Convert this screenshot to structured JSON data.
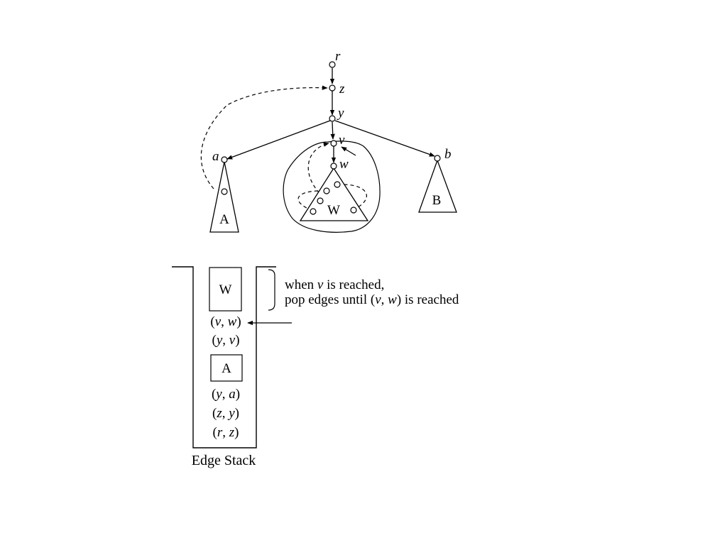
{
  "tree": {
    "nodes": {
      "r": "r",
      "z": "z",
      "y": "y",
      "v": "v",
      "w": "w",
      "a": "a",
      "b": "b"
    },
    "subtrees": {
      "A": "A",
      "W": "W",
      "B": "B"
    }
  },
  "stack": {
    "caption": "Edge Stack",
    "block_W": "W",
    "block_A": "A",
    "entries": {
      "vw": {
        "a": "v",
        "b": "w"
      },
      "yv": {
        "a": "y",
        "b": "v"
      },
      "ya": {
        "a": "y",
        "b": "a"
      },
      "zy": {
        "a": "z",
        "b": "y"
      },
      "rz": {
        "a": "r",
        "b": "z"
      }
    }
  },
  "annotation": {
    "line1_pre": "when ",
    "line1_var": "v",
    "line1_post": " is reached,",
    "line2_pre": "pop edges until (",
    "line2_v": "v",
    "line2_sep": ", ",
    "line2_w": "w",
    "line2_post": ") is reached"
  },
  "colors": {
    "ink": "#000000",
    "background": "#ffffff"
  }
}
